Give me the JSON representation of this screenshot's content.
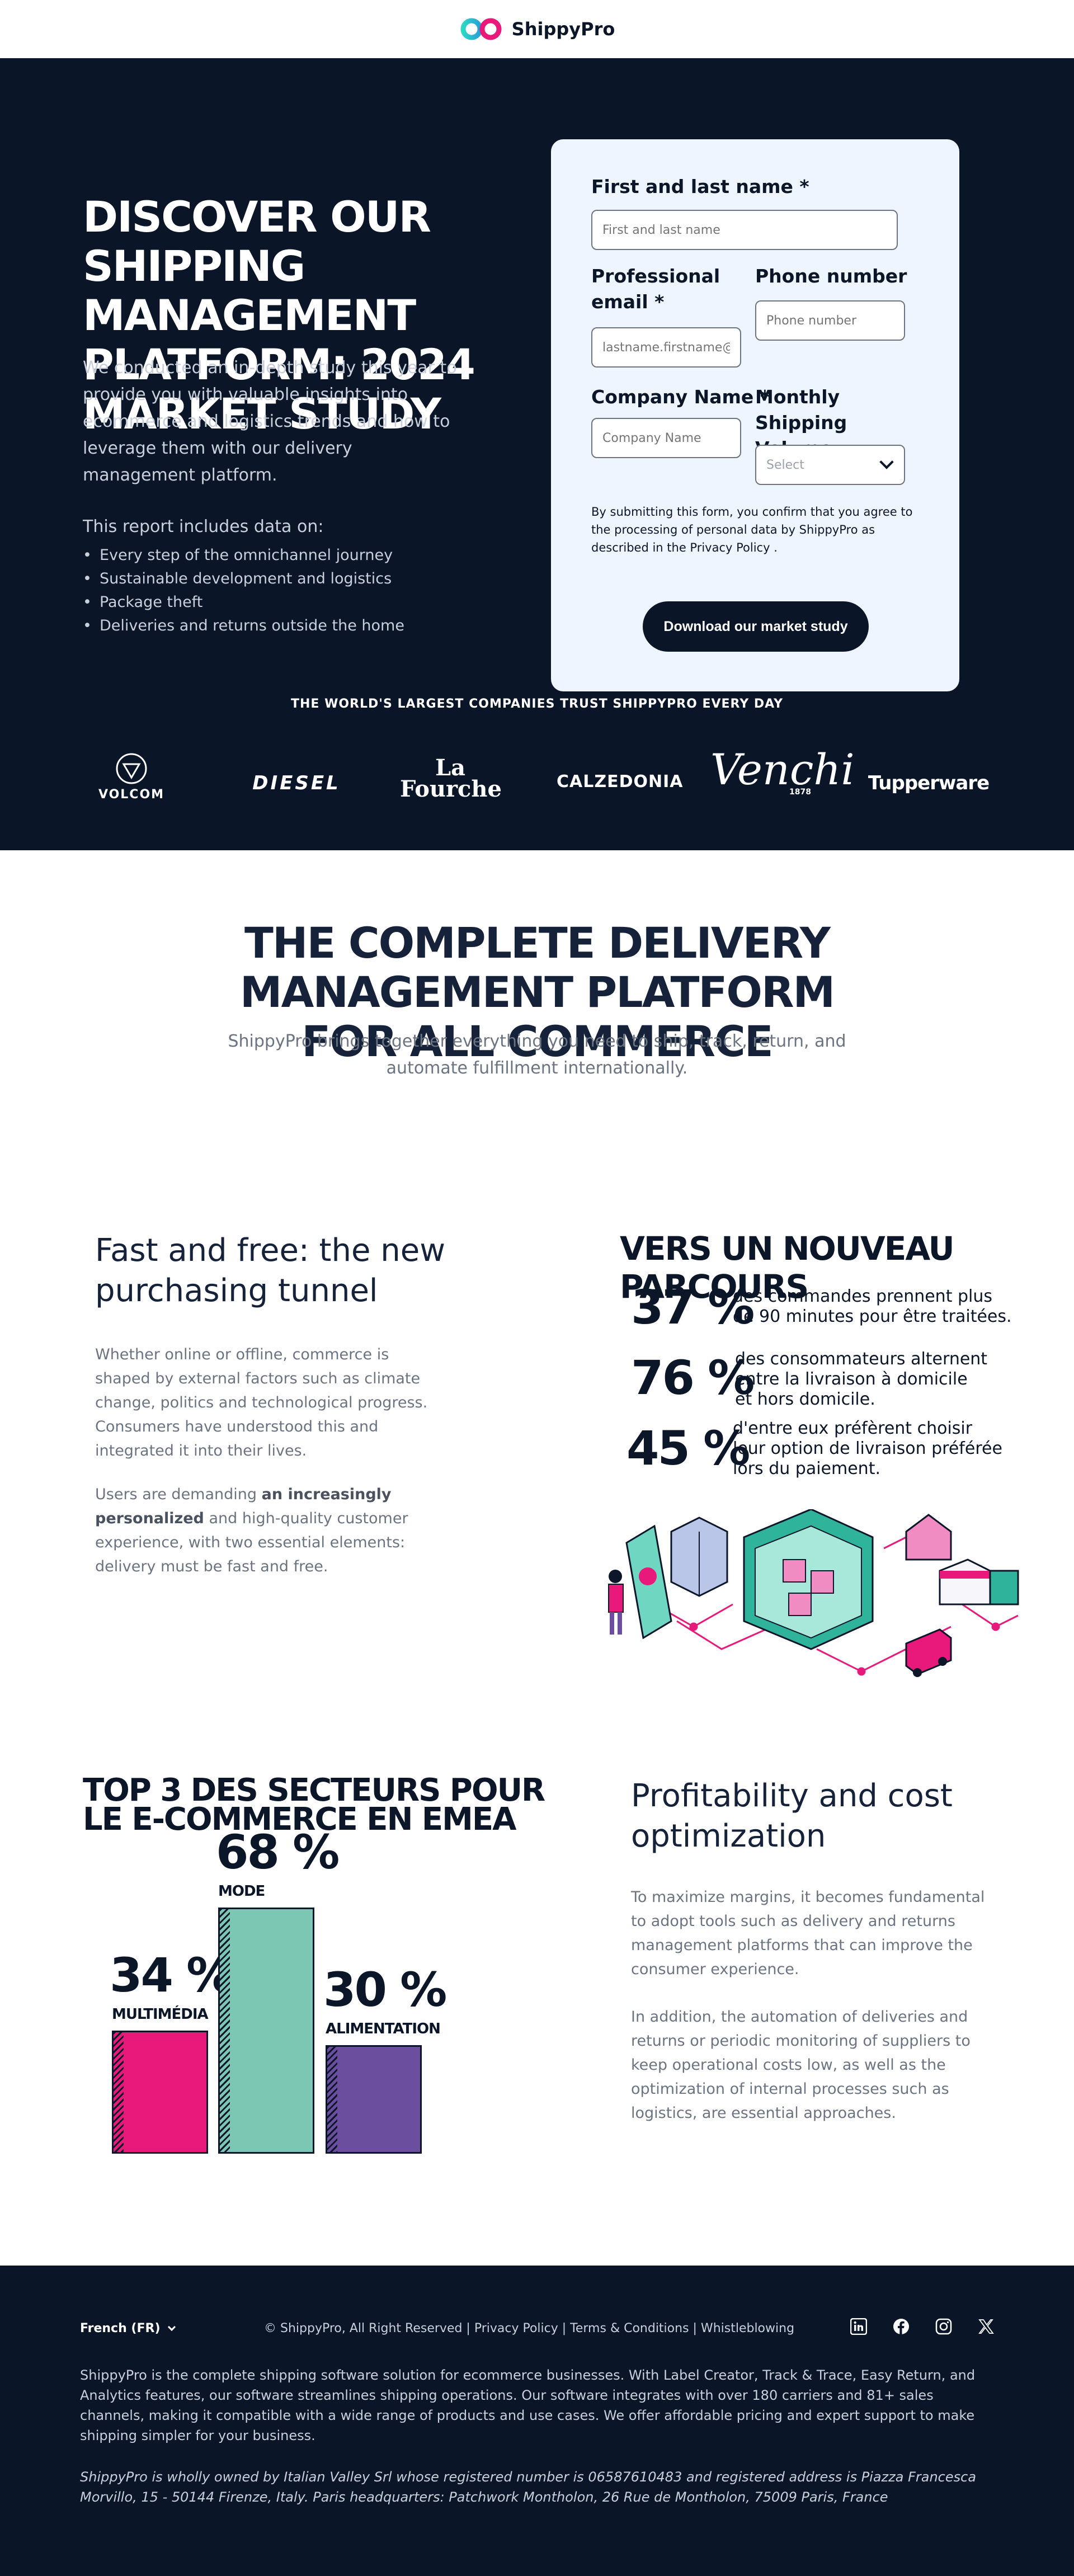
{
  "header": {
    "logo_text": "ShippyPro"
  },
  "hero": {
    "title": "DISCOVER OUR SHIPPING MANAGEMENT PLATFORM: 2024 MARKET STUDY",
    "description": "We conducted an in-depth study this year to provide you with valuable insights into ecommerce and logistics trends and how to leverage them with our delivery management platform.",
    "includes_label": "This report includes data on:",
    "includes": [
      "Every step of the omnichannel journey",
      "Sustainable development and logistics",
      "Package theft",
      "Deliveries and returns outside the home"
    ]
  },
  "form": {
    "name_label": "First and last name *",
    "name_placeholder": "First and last name",
    "email_label": "Professional email *",
    "email_placeholder": "lastname.firstname@y",
    "phone_label": "Phone number",
    "phone_placeholder": "Phone number",
    "company_label": "Company Name *",
    "company_placeholder": "Company Name",
    "volume_label": "Monthly Shipping Volume",
    "volume_selected": "Select",
    "consent": "By submitting this form, you confirm that you agree to the processing of personal data by ShippyPro as described in the Privacy Policy .",
    "submit_label": "Download our market study"
  },
  "trust": {
    "heading": "THE WORLD'S LARGEST COMPANIES TRUST SHIPPYPRO EVERY DAY",
    "brands": [
      "VOLCOM",
      "DIESEL",
      "La Fourche",
      "CALZEDONIA",
      "Venchi",
      "1878",
      "Tupperware"
    ]
  },
  "platform": {
    "title": "THE COMPLETE DELIVERY MANAGEMENT PLATFORM FOR ALL COMMERCE",
    "subtitle": "ShippyPro brings together everything you need to ship, track, return, and automate fulfillment internationally."
  },
  "fast": {
    "title": "Fast and free: the new purchasing tunnel",
    "para1": "Whether online or offline, commerce is shaped by external factors such as climate change, politics and technological progress. Consumers have understood this and integrated it into their lives.",
    "para2_a": "Users are demanding ",
    "para2_bold": "an increasingly personalized",
    "para2_b": " and high-quality customer experience, with two essential elements: delivery must be fast and free."
  },
  "parcours": {
    "title": "VERS UN NOUVEAU PARCOURS",
    "stats": [
      {
        "value": "37 %",
        "line1": "des commandes prennent plus",
        "line2": "de 90 minutes pour être traitées.",
        "line3": ""
      },
      {
        "value": "76 %",
        "line1": "des consommateurs alternent",
        "line2": "entre la livraison à domicile",
        "line3": "et hors domicile."
      },
      {
        "value": "45 %",
        "line1": "d'entre eux préfèrent choisir",
        "line2": "leur option de livraison préférée",
        "line3": "lors du paiement."
      }
    ]
  },
  "sectors": {
    "title_line1": "TOP 3 DES SECTEURS POUR",
    "title_line2": "LE E-COMMERCE EN EMEA"
  },
  "chart_data": {
    "type": "bar",
    "title": "TOP 3 DES SECTEURS POUR LE E-COMMERCE EN EMEA",
    "categories": [
      "MULTIMÉDIA",
      "MODE",
      "ALIMENTATION"
    ],
    "values": [
      34,
      68,
      30
    ],
    "value_labels": [
      "34 %",
      "68 %",
      "30 %"
    ],
    "colors": [
      "#e8197a",
      "#7cc6b4",
      "#6b4f9e"
    ],
    "ylim": [
      0,
      68
    ],
    "grid": false
  },
  "profit": {
    "title": "Profitability and cost optimization",
    "para1": "To maximize margins, it becomes fundamental to adopt tools such as delivery and returns management platforms that can improve the consumer experience.",
    "para2": "In addition, the automation of deliveries and returns or periodic monitoring of suppliers to keep operational costs low, as well as the optimization of internal processes such as logistics, are essential approaches."
  },
  "footer": {
    "language": "French (FR)",
    "legal": "© ShippyPro, All Right Reserved | Privacy Policy | Terms & Conditions | Whistleblowing",
    "description": "ShippyPro is the complete shipping software solution for ecommerce businesses. With Label Creator, Track & Trace, Easy Return, and Analytics features, our software streamlines shipping operations. Our software integrates with over 180 carriers and 81+ sales channels, making it compatible with a wide range of products and use cases. We offer affordable pricing and expert support to make shipping simpler for your business.",
    "company_info": "ShippyPro is wholly owned by Italian Valley Srl whose registered number is 06587610483 and registered address is Piazza Francesca Morvillo, 15 - 50144 Firenze, Italy. Paris headquarters: Patchwork Montholon, 26 Rue de Montholon, 75009 Paris, France",
    "socials": [
      "linkedin-icon",
      "facebook-icon",
      "instagram-icon",
      "x-icon"
    ]
  },
  "colors": {
    "navy": "#0a1628",
    "form_bg": "#eef5fe",
    "pink": "#e8197a",
    "teal": "#7cc6b4",
    "purple": "#6b4f9e"
  }
}
